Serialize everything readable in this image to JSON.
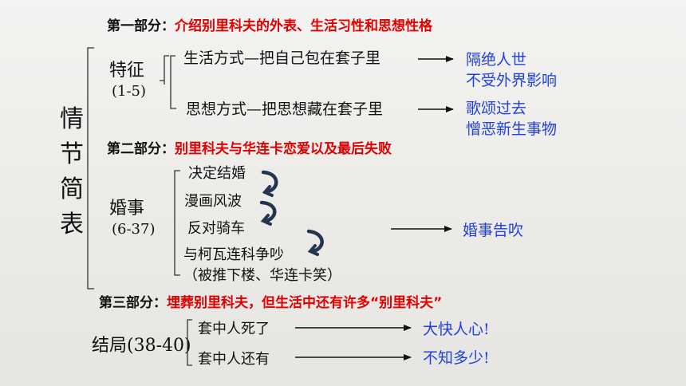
{
  "part1": {
    "label": "第一部分：",
    "text": "介绍别里科夫的外表、生活习性和思想性格"
  },
  "title_chars": [
    "情",
    "节",
    "简",
    "表"
  ],
  "traits": {
    "label": "特征",
    "range": "(1-5)",
    "items": [
      {
        "text": "生活方式—把自己包在套子里",
        "results": [
          "隔绝人世",
          "不受外界影响"
        ]
      },
      {
        "text": "思想方式—把思想藏在套子里",
        "results": [
          "歌颂过去",
          "憎恶新生事物"
        ]
      }
    ]
  },
  "part2": {
    "label": "第二部分：",
    "text": "别里科夫与华连卡恋爱以及最后失败"
  },
  "marriage": {
    "label": "婚事",
    "range": "(6-37)",
    "items": [
      "决定结婚",
      "漫画风波",
      "反对骑车",
      "与柯瓦连科争吵",
      "（被推下楼、华连卡笑）"
    ],
    "result": "婚事告吹"
  },
  "part3": {
    "label": "第三部分：",
    "text": "埋葬别里科夫，但生活中还有许多“别里科夫”"
  },
  "ending": {
    "label": "结局(38-40)",
    "items": [
      {
        "text": "套中人死了",
        "result": "大快人心!"
      },
      {
        "text": "套中人还有",
        "result": "不知多少!"
      }
    ]
  },
  "colors": {
    "heading": "#e00000",
    "result": "#1f3fe0",
    "curve_arrow": "#25354f"
  }
}
